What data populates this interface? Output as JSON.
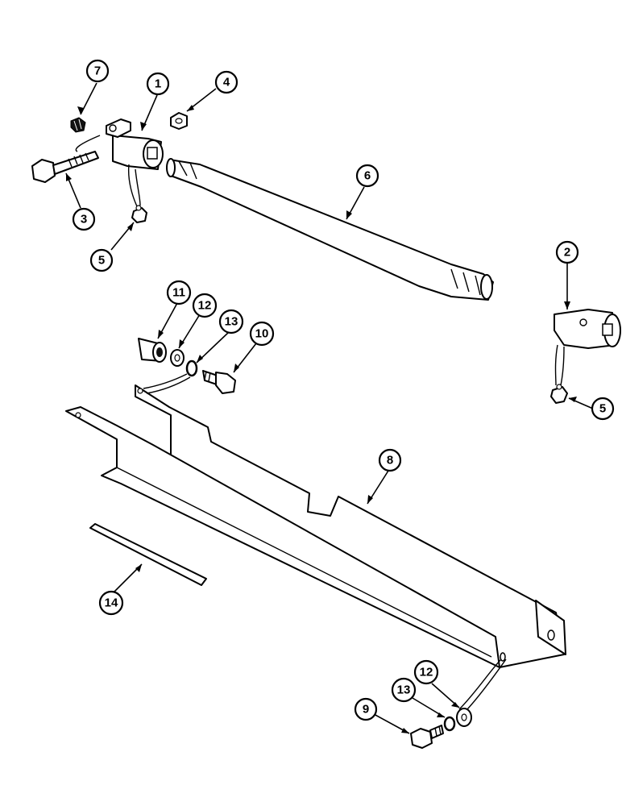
{
  "parts": [
    {
      "ref": "1",
      "name": "yoke coupling"
    },
    {
      "ref": "2",
      "name": "yoke coupling"
    },
    {
      "ref": "3",
      "name": "bolt"
    },
    {
      "ref": "4",
      "name": "nut"
    },
    {
      "ref": "5",
      "name": "grease fitting"
    },
    {
      "ref": "6",
      "name": "splined shaft"
    },
    {
      "ref": "7",
      "name": "set screw"
    },
    {
      "ref": "8",
      "name": "shield channel"
    },
    {
      "ref": "9",
      "name": "bolt"
    },
    {
      "ref": "10",
      "name": "bolt"
    },
    {
      "ref": "11",
      "name": "spacer"
    },
    {
      "ref": "12",
      "name": "flat washer"
    },
    {
      "ref": "13",
      "name": "lock washer"
    },
    {
      "ref": "14",
      "name": "strip"
    }
  ],
  "callouts": {
    "c1": "1",
    "c2": "2",
    "c3": "3",
    "c4": "4",
    "c5a": "5",
    "c5b": "5",
    "c6": "6",
    "c7": "7",
    "c8": "8",
    "c9": "9",
    "c10": "10",
    "c11": "11",
    "c12a": "12",
    "c12b": "12",
    "c13a": "13",
    "c13b": "13",
    "c14": "14"
  }
}
